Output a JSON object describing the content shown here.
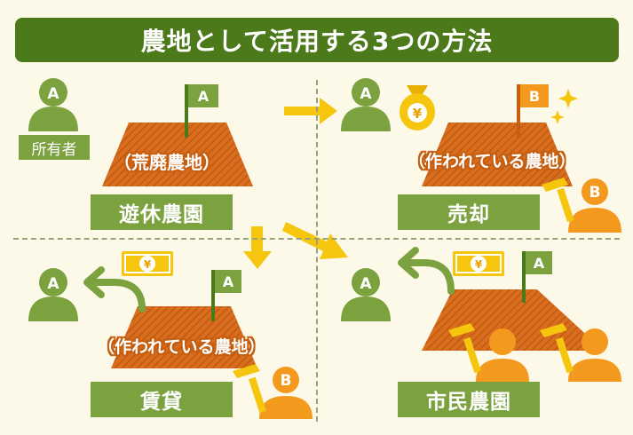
{
  "title": "農地として活用する3つの方法",
  "owner_label": "所有者",
  "person_a": "A",
  "person_b": "B",
  "flag_a": "A",
  "flag_b": "B",
  "yen_symbol": "¥",
  "panels": {
    "idle": {
      "label": "遊休農園",
      "field_text": "（荒廃農地）"
    },
    "sell": {
      "label": "売却",
      "field_text": "（作われている農地）"
    },
    "rent": {
      "label": "賃貸",
      "field_text": "（作われている農地）"
    },
    "allotment": {
      "label": "市民農園"
    }
  },
  "colors": {
    "title_bg": "#4c7a1a",
    "green": "#7ba23f",
    "orange": "#f39a1e",
    "field": "#d76d1d",
    "arrow": "#f5c60d"
  }
}
